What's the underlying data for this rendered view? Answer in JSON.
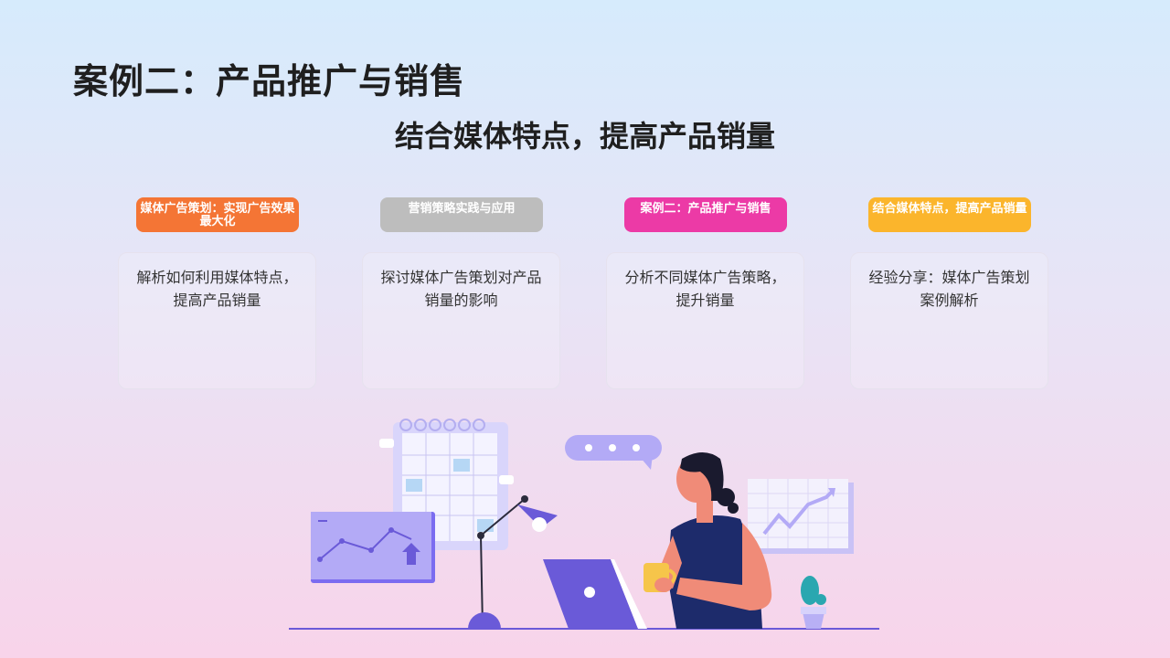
{
  "title": "案例二：产品推广与销售",
  "subtitle": "结合媒体特点，提高产品销量",
  "columns": [
    {
      "tag": "媒体广告策划：实现广告效果最大化",
      "tag_color": "#f47535",
      "text": "解析如何利用媒体特点，提高产品销量"
    },
    {
      "tag": "营销策略实践与应用",
      "tag_color": "#bdbdbd",
      "text": "探讨媒体广告策划对产品销量的影响"
    },
    {
      "tag": "案例二：产品推广与销售",
      "tag_color": "#ec3aa6",
      "text": "分析不同媒体广告策略，提升销量"
    },
    {
      "tag": "结合媒体特点，提高产品销量",
      "tag_color": "#fbb52c",
      "text": "经验分享：媒体广告策划案例解析"
    }
  ],
  "colors": {
    "accent_purple": "#7b6cf0",
    "light_purple": "#b8b0f5",
    "shirt_navy": "#1d2b6b",
    "skin": "#f08b78",
    "hair": "#1a1a2e"
  }
}
